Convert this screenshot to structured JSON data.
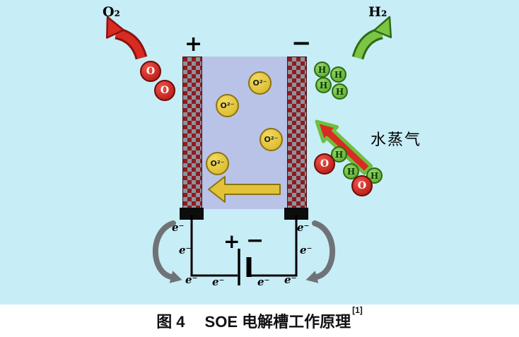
{
  "labels": {
    "o2": "O₂",
    "h2": "H₂",
    "anode_sign": "+",
    "cathode_sign": "−",
    "water_vapor": "水蒸气",
    "battery_plus": "+",
    "battery_minus": "−"
  },
  "particles": {
    "oxide_ion": "O²⁻",
    "oxygen_atom": "O",
    "hydrogen_atom": "H",
    "electron": "e⁻"
  },
  "caption": {
    "figure": "图 4",
    "title": "SOE 电解槽工作原理",
    "reference": "[1]"
  },
  "colors": {
    "background": "#c7edf6",
    "electrolyte": "#b9c3e8",
    "electrode_red": "#8e1b21",
    "electrode_gray": "#8d939b",
    "oxygen_red": "#c51f1c",
    "hydrogen_green": "#6fbf40",
    "ion_yellow": "#e2c238",
    "red_arrow": "#d82b21",
    "green_arrow": "#7cc544",
    "gray_arrow": "#6f7377"
  }
}
